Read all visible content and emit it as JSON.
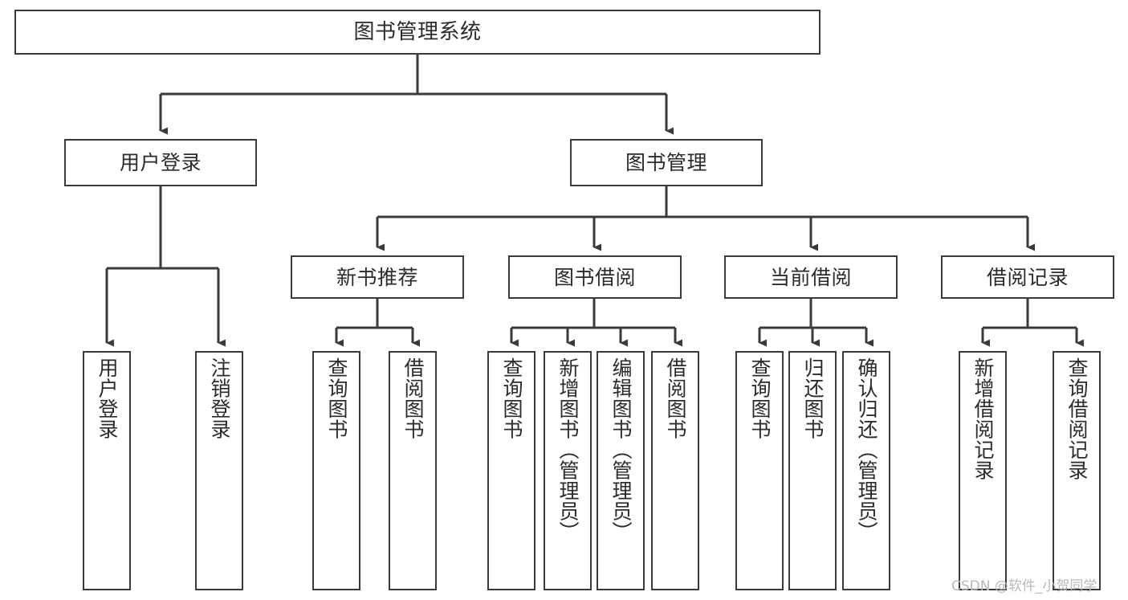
{
  "diagram": {
    "title": "图书管理系统",
    "type": "tree-hierarchy-chart",
    "watermark": "CSDN @软件_小贺同学",
    "stroke_color": "#3a3a3a",
    "text_color": "#2b2b2b",
    "background_color": "#ffffff"
  },
  "nodes": {
    "root": {
      "label": "图书管理系统"
    },
    "level2": [
      {
        "label": "用户登录"
      },
      {
        "label": "图书管理"
      }
    ],
    "level3": [
      {
        "label": "新书推荐"
      },
      {
        "label": "图书借阅"
      },
      {
        "label": "当前借阅"
      },
      {
        "label": "借阅记录"
      }
    ],
    "leaves": {
      "user_login": [
        {
          "label": "用户登录"
        },
        {
          "label": "注销登录"
        }
      ],
      "new_book_recommend": [
        {
          "label": "查询图书"
        },
        {
          "label": "借阅图书"
        }
      ],
      "book_borrow": [
        {
          "label": "查询图书"
        },
        {
          "label": "新增图书（管理员）"
        },
        {
          "label": "编辑图书（管理员）"
        },
        {
          "label": "借阅图书"
        }
      ],
      "current_borrow": [
        {
          "label": "查询图书"
        },
        {
          "label": "归还图书"
        },
        {
          "label": "确认归还（管理员）"
        }
      ],
      "borrow_record": [
        {
          "label": "新增借阅记录"
        },
        {
          "label": "查询借阅记录"
        }
      ]
    }
  }
}
